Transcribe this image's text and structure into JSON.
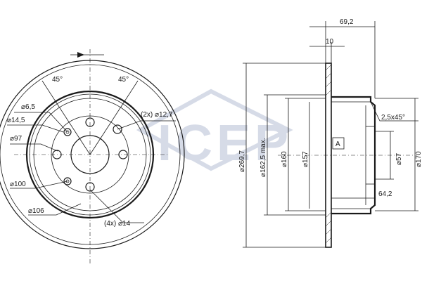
{
  "brand": {
    "logo_text": "ICEP",
    "color": "#c9cfe0"
  },
  "front_view": {
    "angle_left": "45°",
    "angle_right": "45°",
    "hole_small": "6,5",
    "hole_14_5": "14,5",
    "dia_97": "97",
    "dia_100": "100",
    "dia_106": "106",
    "bolt_2x": "(2x)",
    "bolt_2x_dia": "12,7",
    "bolt_4x": "(4x)",
    "bolt_4x_dia": "14"
  },
  "side_view": {
    "dim_69_2": "69,2",
    "dim_10": "10",
    "dia_269_7": "269,7",
    "dia_162_5": "162,5 max.",
    "dia_160": "160",
    "dia_157": "157",
    "chamfer": "2,5x45°",
    "datum": "A",
    "dia_57": "57",
    "dia_170": "170",
    "dim_64_2": "64,2"
  },
  "symbols": {
    "diameter": "⌀"
  },
  "colors": {
    "line": "#1a1a1a",
    "watermark": "#c9cfe0"
  }
}
